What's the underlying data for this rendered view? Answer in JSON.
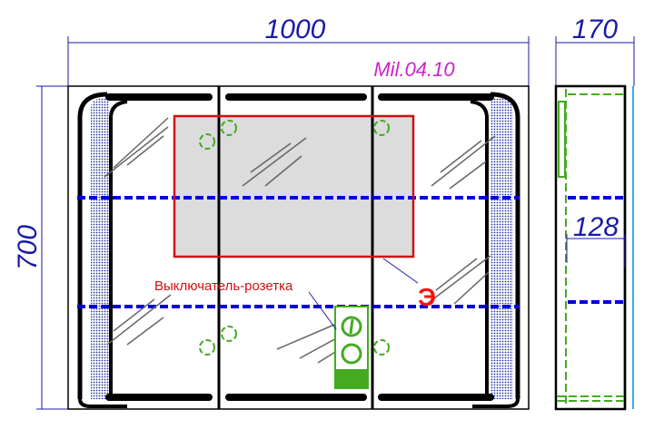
{
  "dimensions": {
    "width": "1000",
    "height": "700",
    "depth": "170",
    "inner_depth": "128"
  },
  "model": "Mil.04.10",
  "labels": {
    "switch_socket": "Выключатель-розетка",
    "electric_mark": "Э"
  },
  "colors": {
    "dimension": "#1a1aa8",
    "model": "#cc22cc",
    "red": "#d01010",
    "green": "#44aa22",
    "shelf": "#0000dd",
    "glass": "#dcdcdc"
  }
}
